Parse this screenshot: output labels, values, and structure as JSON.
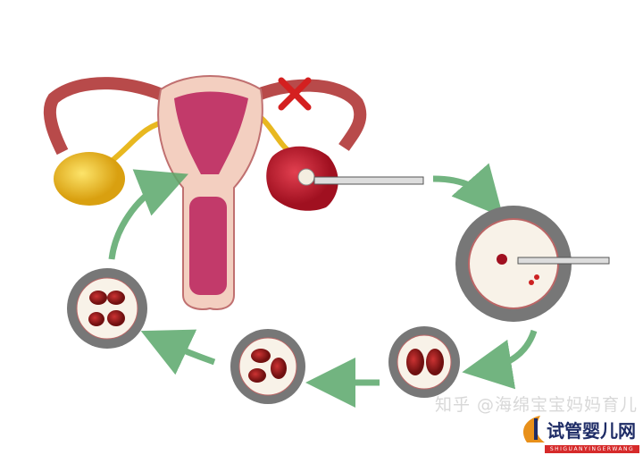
{
  "watermark": {
    "text": "知乎 @海绵宝宝妈妈育儿"
  },
  "logo": {
    "name_cn": "试管婴儿网",
    "name_en": "SHIGUANYINGERWANG"
  },
  "colors": {
    "arrow": "#5aa86a",
    "uterus": "#c23a6a",
    "ovary_left": "#e8b820",
    "ovary_right": "#c41e2e",
    "cross": "#d42020",
    "dish": "#777777"
  }
}
